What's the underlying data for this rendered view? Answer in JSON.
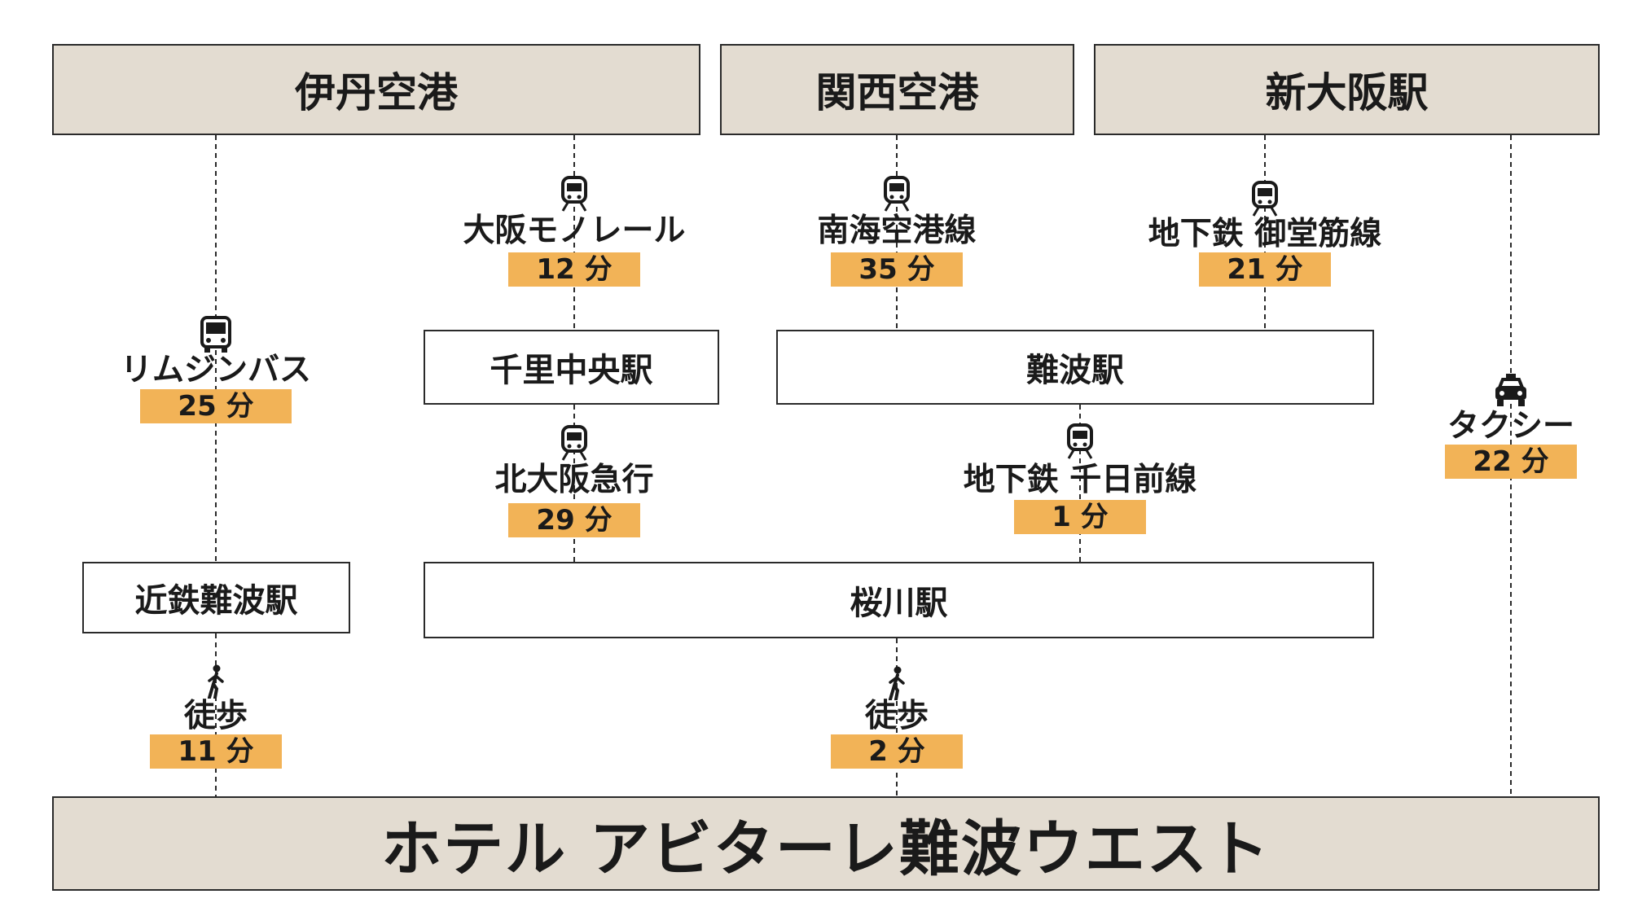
{
  "origins": {
    "itami": "伊丹空港",
    "kansai": "関西空港",
    "shin_osaka": "新大阪駅"
  },
  "stations": {
    "senri_chuo": "千里中央駅",
    "namba": "難波駅",
    "kintetsu_namba": "近鉄難波駅",
    "sakuragawa": "桜川駅"
  },
  "destination": "ホテル アビターレ難波ウエスト",
  "routes": {
    "limousine": {
      "line": "リムジンバス",
      "time": "25 分",
      "icon": "bus-icon"
    },
    "monorail": {
      "line": "大阪モノレール",
      "time": "12 分",
      "icon": "train-icon"
    },
    "nankai": {
      "line": "南海空港線",
      "time": "35 分",
      "icon": "train-icon"
    },
    "midosuji": {
      "line": "地下鉄 御堂筋線",
      "time": "21 分",
      "icon": "train-icon"
    },
    "kitakyu": {
      "line": "北大阪急行",
      "time": "29 分",
      "icon": "train-icon"
    },
    "sennichimae": {
      "line": "地下鉄 千日前線",
      "time": "1 分",
      "icon": "train-icon"
    },
    "taxi": {
      "line": "タクシー",
      "time": "22 分",
      "icon": "taxi-icon"
    },
    "walk_kintetsu": {
      "line": "徒歩",
      "time": "11 分",
      "icon": "walking-person-icon"
    },
    "walk_sakuragawa": {
      "line": "徒歩",
      "time": "2 分",
      "icon": "walking-person-icon"
    }
  },
  "colors": {
    "origin_fill": "#e3dcd1",
    "time_badge": "#f2b357",
    "border": "#2a2a2a"
  }
}
